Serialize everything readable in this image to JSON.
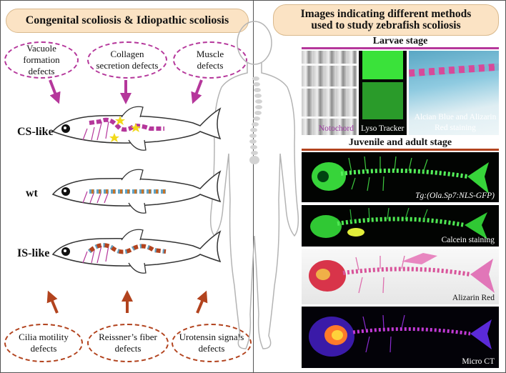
{
  "left": {
    "title": "Congenital scoliosis & Idiopathic scoliosis",
    "top_defects": [
      "Vacuole formation defects",
      "Collagen secretion defects",
      "Muscle defects"
    ],
    "fish_labels": [
      "CS-like",
      "wt",
      "IS-like"
    ],
    "bottom_defects": [
      "Cilia motility defects",
      "Reissner’s fiber defects",
      "Urotensin signals defects"
    ]
  },
  "right": {
    "title_line1": "Images indicating different methods",
    "title_line2": "used to study zebrafish scoliosis",
    "larvae_heading": "Larvae stage",
    "larvae_captions": [
      "Notochord",
      "Lyso Tracker",
      "Alcian Blue and Alizarin Red staining"
    ],
    "adult_heading": "Juvenile and adult stage",
    "adult_captions": [
      "Tg:(Ola.Sp7:NLS-GFP)",
      "Calcein staining",
      "Alizarin Red",
      "Micro CT"
    ]
  },
  "colors": {
    "magenta": "#b5379b",
    "rust": "#b2431e",
    "pill": "#fbe3c4"
  }
}
